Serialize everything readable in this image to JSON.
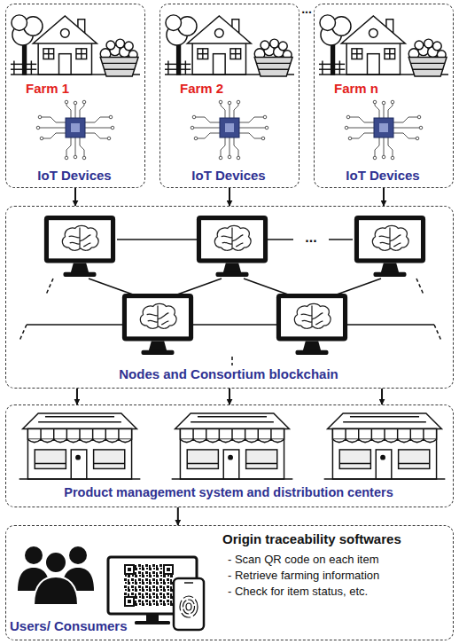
{
  "diagram": {
    "nodes": [
      {
        "text": [
          "Farm 1",
          "IoT Devices"
        ]
      },
      {
        "text": [
          "Farm 2",
          "IoT Devices"
        ]
      },
      {
        "text": [
          "Farm n",
          "IoT Devices"
        ]
      },
      {
        "text": [
          "Nodes and Consortium blockchain"
        ]
      },
      {
        "text": [
          "Product management system and distribution centers"
        ]
      },
      {
        "text": [
          "Origin traceability softwares",
          "- Scan QR code on each item",
          "- Retrieve farming information",
          "- Check for item status, etc.",
          "Users/ Consumers"
        ]
      }
    ],
    "edges": [
      {
        "from": 0,
        "to": 3,
        "arrow": "to"
      },
      {
        "from": 1,
        "to": 3,
        "arrow": "to"
      },
      {
        "from": 2,
        "to": 3,
        "arrow": "to"
      },
      {
        "from": 3,
        "to": 4,
        "arrow": "to"
      },
      {
        "from": 3,
        "to": 4,
        "arrow": "to"
      },
      {
        "from": 3,
        "to": 4,
        "arrow": "to"
      },
      {
        "from": 4,
        "to": 5,
        "arrow": "to"
      }
    ],
    "labels": [
      "...",
      "..."
    ]
  }
}
